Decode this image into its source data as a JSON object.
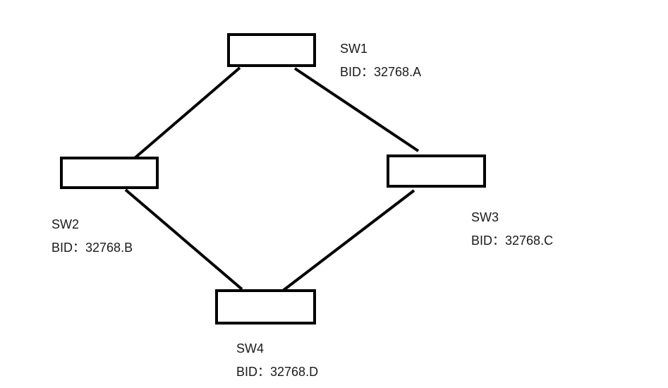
{
  "switches": {
    "sw1": {
      "name": "SW1",
      "bid_label": "BID",
      "bid_sep": "：",
      "bid_value": "32768.A"
    },
    "sw2": {
      "name": "SW2",
      "bid_label": "BID",
      "bid_sep": "：",
      "bid_value": "32768.B"
    },
    "sw3": {
      "name": "SW3",
      "bid_label": "BID",
      "bid_sep": "：",
      "bid_value": "32768.C"
    },
    "sw4": {
      "name": "SW4",
      "bid_label": "BID",
      "bid_sep": "：",
      "bid_value": "32768.D"
    }
  },
  "links": [
    {
      "from": "SW1",
      "to": "SW2"
    },
    {
      "from": "SW1",
      "to": "SW3"
    },
    {
      "from": "SW2",
      "to": "SW4"
    },
    {
      "from": "SW3",
      "to": "SW4"
    }
  ],
  "colors": {
    "line": "#000000",
    "text": "#1a1a1a",
    "background": "#ffffff"
  }
}
